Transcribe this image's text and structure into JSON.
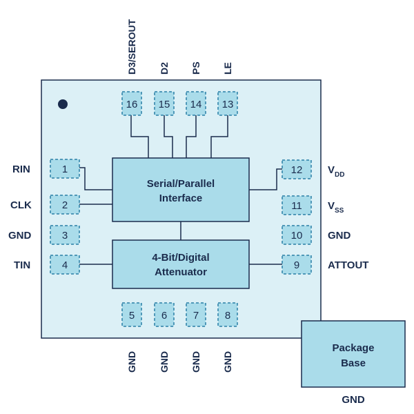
{
  "colors": {
    "fill_light": "#dcf0f6",
    "fill_block": "#aadcea",
    "stroke": "#1a2b4c",
    "pin_dash": "#2a7fa6"
  },
  "top_pins": [
    {
      "num": "16",
      "label": "D3/SEROUT"
    },
    {
      "num": "15",
      "label": "D2"
    },
    {
      "num": "14",
      "label": "PS"
    },
    {
      "num": "13",
      "label": "LE"
    }
  ],
  "left_pins": [
    {
      "num": "1",
      "label": "RIN"
    },
    {
      "num": "2",
      "label": "CLK"
    },
    {
      "num": "3",
      "label": "GND"
    },
    {
      "num": "4",
      "label": "TIN"
    }
  ],
  "right_pins": [
    {
      "num": "12",
      "label": "V",
      "sub": "DD"
    },
    {
      "num": "11",
      "label": "V",
      "sub": "SS"
    },
    {
      "num": "10",
      "label": "GND"
    },
    {
      "num": "9",
      "label": "ATTOUT"
    }
  ],
  "bottom_pins": [
    {
      "num": "5",
      "label": "GND"
    },
    {
      "num": "6",
      "label": "GND"
    },
    {
      "num": "7",
      "label": "GND"
    },
    {
      "num": "8",
      "label": "GND"
    }
  ],
  "blocks": {
    "serial_parallel": {
      "line1": "Serial/Parallel",
      "line2": "Interface"
    },
    "attenuator": {
      "line1": "4-Bit/Digital",
      "line2": "Attenuator"
    }
  },
  "package_base": {
    "line1": "Package",
    "line2": "Base",
    "ground_label": "GND"
  }
}
